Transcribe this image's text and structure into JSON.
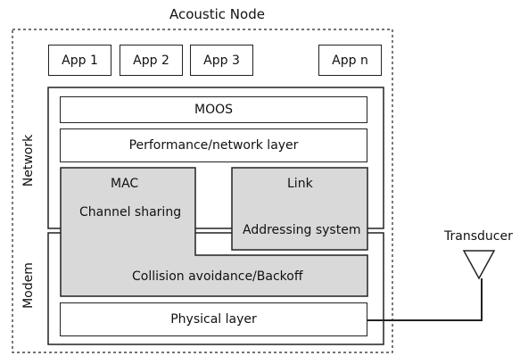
{
  "node_title": "Acoustic Node",
  "apps": [
    "App 1",
    "App 2",
    "App 3",
    "App n"
  ],
  "sections": {
    "network": "Network",
    "modem": "Modem"
  },
  "layers": {
    "moos": "MOOS",
    "performance": "Performance/network layer",
    "mac": "MAC",
    "channel_sharing": "Channel sharing",
    "link": "Link",
    "addressing": "Addressing system",
    "collision": "Collision avoidance/Backoff",
    "physical": "Physical layer"
  },
  "transducer": "Transducer",
  "colors": {
    "shaded": "#d9d9d9",
    "line": "#222222"
  }
}
